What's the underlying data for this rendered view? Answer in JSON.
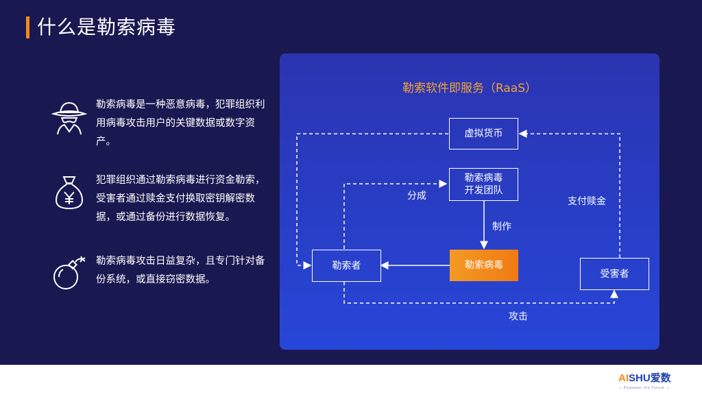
{
  "page": {
    "title": "什么是勒索病毒"
  },
  "features": [
    {
      "icon": "spy-icon",
      "text": "勒索病毒是一种恶意病毒，犯罪组织利用病毒攻击用户的关键数据或数字资产。"
    },
    {
      "icon": "money-bag-icon",
      "text": "犯罪组织通过勒索病毒进行资金勒索，受害者通过赎金支付换取密钥解密数据，或通过备份进行数据恢复。"
    },
    {
      "icon": "bomb-icon",
      "text": "勒索病毒攻击日益复杂，且专门针对备份系统，或直接窃密数据。"
    }
  ],
  "diagram": {
    "title": "勒索软件即服务（RaaS）",
    "nodes": {
      "virtual_currency": "虚拟货币",
      "dev_team": "勒索病毒\n开发团队",
      "ransomware": "勒索病毒",
      "extortionist": "勒索者",
      "victim": "受害者"
    },
    "edges": {
      "share": "分成",
      "make": "制作",
      "pay_ransom": "支付赎金",
      "attack": "攻击"
    },
    "colors": {
      "accent": "#f28a1e",
      "title": "#f5a334"
    }
  },
  "footer": {
    "logo_main": "AISHU爱数",
    "logo_prefix": "AI",
    "logo_rest": "SHU爱数",
    "logo_tagline": "— Empower the Future —"
  }
}
